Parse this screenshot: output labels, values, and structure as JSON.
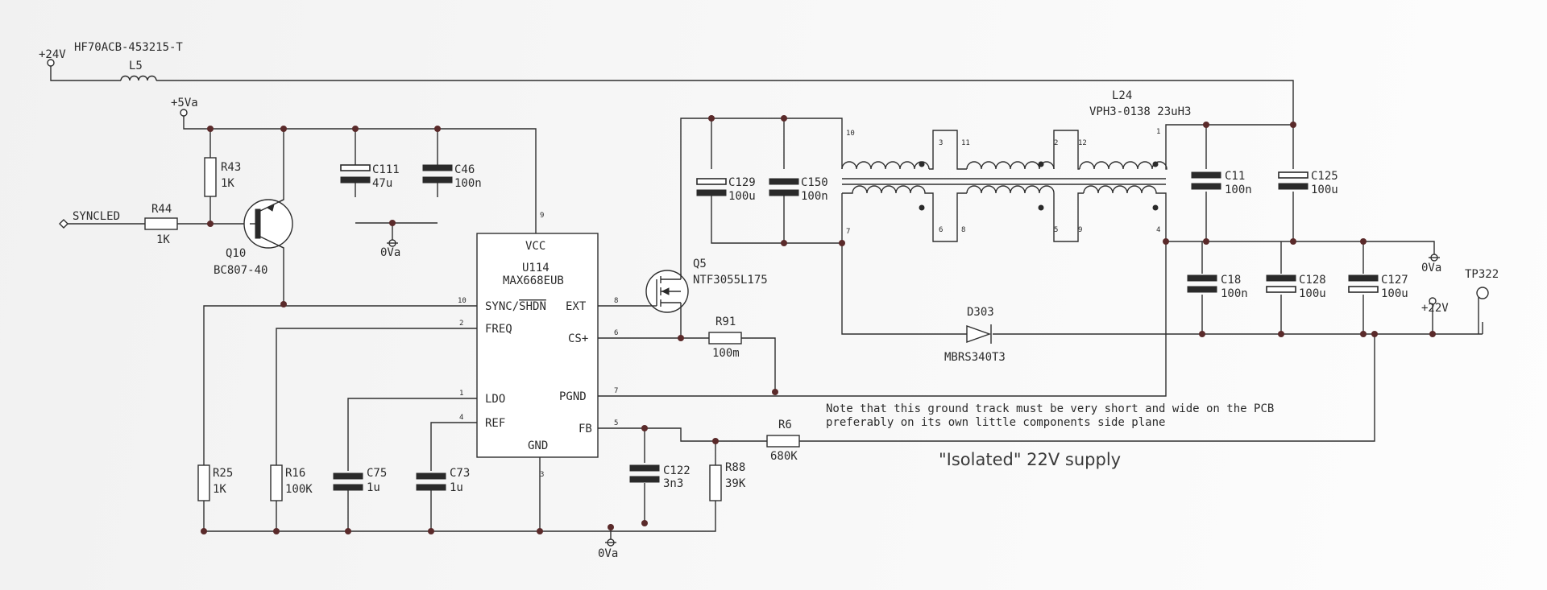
{
  "nets": {
    "p24v": "+24V",
    "p5va": "+5Va",
    "gnd_top": "0Va",
    "gnd_bottom": "0Va",
    "gnd_right": "0Va",
    "p22v": "+22V",
    "tp": "TP322",
    "syncled": "SYNCLED"
  },
  "components": {
    "l5": {
      "ref": "L5",
      "value": "HF70ACB-453215-T"
    },
    "r43": {
      "ref": "R43",
      "value": "1K"
    },
    "r44": {
      "ref": "R44",
      "value": "1K"
    },
    "q10": {
      "ref": "Q10",
      "value": "BC807-40"
    },
    "c111": {
      "ref": "C111",
      "value": "47u"
    },
    "c46": {
      "ref": "C46",
      "value": "100n"
    },
    "u114": {
      "ref": "U114",
      "value": "MAX668EUB",
      "pins": {
        "vcc": "VCC",
        "sync_a": "SYNC/",
        "sync_b": "SHDN",
        "freq": "FREQ",
        "ldo": "LDO",
        "ref": "REF",
        "gnd": "GND",
        "ext": "EXT",
        "cs": "CS+",
        "pgnd": "PGND",
        "fb": "FB"
      },
      "pin_numbers": {
        "vcc": "9",
        "sync": "10",
        "freq": "2",
        "ldo": "1",
        "ref": "4",
        "gnd": "3",
        "ext": "8",
        "cs": "6",
        "pgnd": "7",
        "fb": "5"
      }
    },
    "q5": {
      "ref": "Q5",
      "value": "NTF3055L175"
    },
    "r91": {
      "ref": "R91",
      "value": "100m"
    },
    "c129": {
      "ref": "C129",
      "value": "100u"
    },
    "c150": {
      "ref": "C150",
      "value": "100n"
    },
    "l24": {
      "ref": "L24",
      "value": "VPH3-0138 23uH3",
      "pins": [
        "10",
        "3",
        "11",
        "2",
        "12",
        "1",
        "7",
        "6",
        "8",
        "5",
        "9",
        "4"
      ]
    },
    "c11": {
      "ref": "C11",
      "value": "100n"
    },
    "c125": {
      "ref": "C125",
      "value": "100u"
    },
    "c18": {
      "ref": "C18",
      "value": "100n"
    },
    "c128": {
      "ref": "C128",
      "value": "100u"
    },
    "c127": {
      "ref": "C127",
      "value": "100u"
    },
    "d303": {
      "ref": "D303",
      "value": "MBRS340T3"
    },
    "r6": {
      "ref": "R6",
      "value": "680K"
    },
    "r88": {
      "ref": "R88",
      "value": "39K"
    },
    "c122": {
      "ref": "C122",
      "value": "3n3"
    },
    "r25": {
      "ref": "R25",
      "value": "1K"
    },
    "r16": {
      "ref": "R16",
      "value": "100K"
    },
    "c75": {
      "ref": "C75",
      "value": "1u"
    },
    "c73": {
      "ref": "C73",
      "value": "1u"
    }
  },
  "note": {
    "line1": "Note that this ground track must be very short and wide on the PCB",
    "line2": "preferably on its own little components side plane"
  },
  "title": "\"Isolated\" 22V supply"
}
